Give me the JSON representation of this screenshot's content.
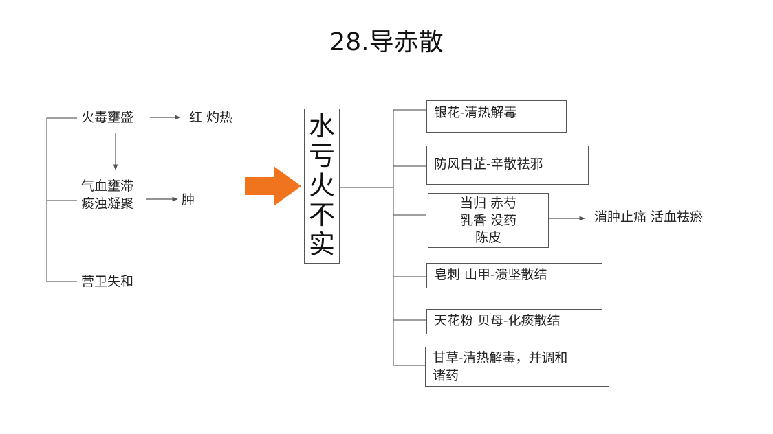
{
  "title": "28.导赤散",
  "left": {
    "fire_toxin": "火毒壅盛",
    "red_heat": "红 灼热",
    "qi_blood_stasis": "气血壅滞",
    "phlegm_turbid": "痰浊凝聚",
    "swelling": "肿",
    "ying_wei": "营卫失和"
  },
  "center": {
    "chars": [
      "水",
      "亏",
      "火",
      "不",
      "实"
    ]
  },
  "right": {
    "yinhua": "银花-清热解毒",
    "fangfeng": "防风白芷-辛散祛邪",
    "herbs_lines": [
      "当归 赤芍",
      "乳香 没药",
      "陈皮"
    ],
    "effect": "消肿止痛 活血祛瘀",
    "zaoci": "皂刺 山甲-溃坚散结",
    "tianhua": "天花粉 贝母-化痰散结",
    "gancao_lines": [
      "甘草-清热解毒，并调和",
      "诸药"
    ]
  },
  "colors": {
    "arrow": "#f0741d",
    "line": "#666666"
  }
}
